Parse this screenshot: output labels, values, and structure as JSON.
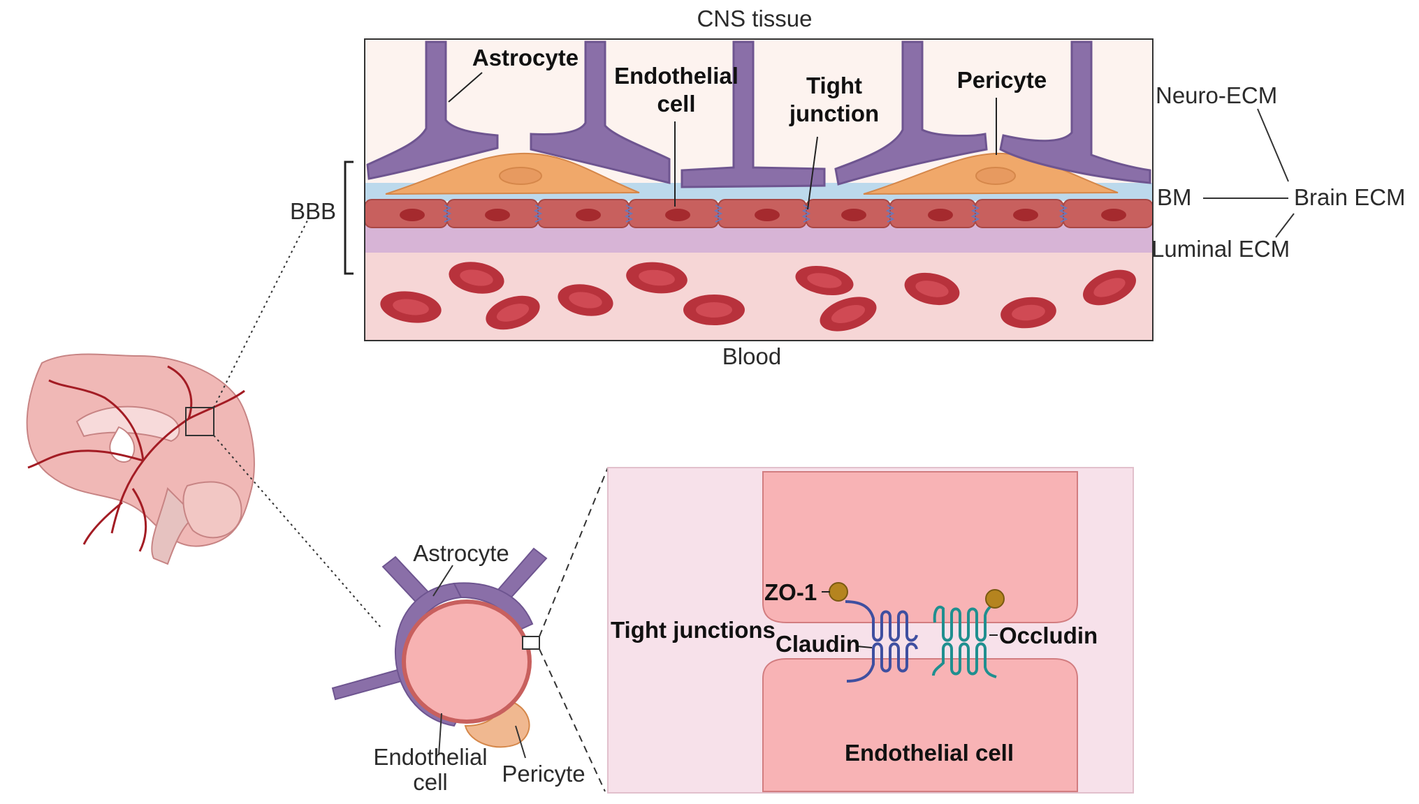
{
  "colors": {
    "astrocyte": "#8a6fa8",
    "pericyte": "#f0a86a",
    "endothelial": "#c8605e",
    "basement_membrane": "#bcd9ec",
    "luminal_ecm": "#d7b4d6",
    "blood_bg": "#f6d6d6",
    "rbc": "#b8323c",
    "tissue_bg": "#fdf3ef",
    "junction_panel_bg": "#f7e1ea",
    "endothelial_panel": "#f8b3b5",
    "zo1": "#b5841f",
    "claudin": "#3f4fa0",
    "occludin": "#1f8f8f",
    "vessel_red": "#a31c24"
  },
  "top_panel": {
    "title_top": "CNS tissue",
    "title_bottom": "Blood",
    "bbb_label": "BBB",
    "cells": {
      "astrocyte": "Astrocyte",
      "endothelial": "Endothelial cell",
      "tight_junction": "Tight junction",
      "pericyte": "Pericyte"
    },
    "ecm": {
      "neuro": "Neuro-ECM",
      "bm": "BM",
      "luminal": "Luminal ECM",
      "brain": "Brain ECM"
    }
  },
  "cross_section": {
    "astrocyte": "Astrocyte",
    "endothelial_line1": "Endothelial",
    "endothelial_line2": "cell",
    "pericyte": "Pericyte"
  },
  "junction_panel": {
    "zo1": "ZO-1",
    "tight_junctions": "Tight junctions",
    "claudin": "Claudin",
    "occludin": "Occludin",
    "endothelial": "Endothelial cell"
  }
}
